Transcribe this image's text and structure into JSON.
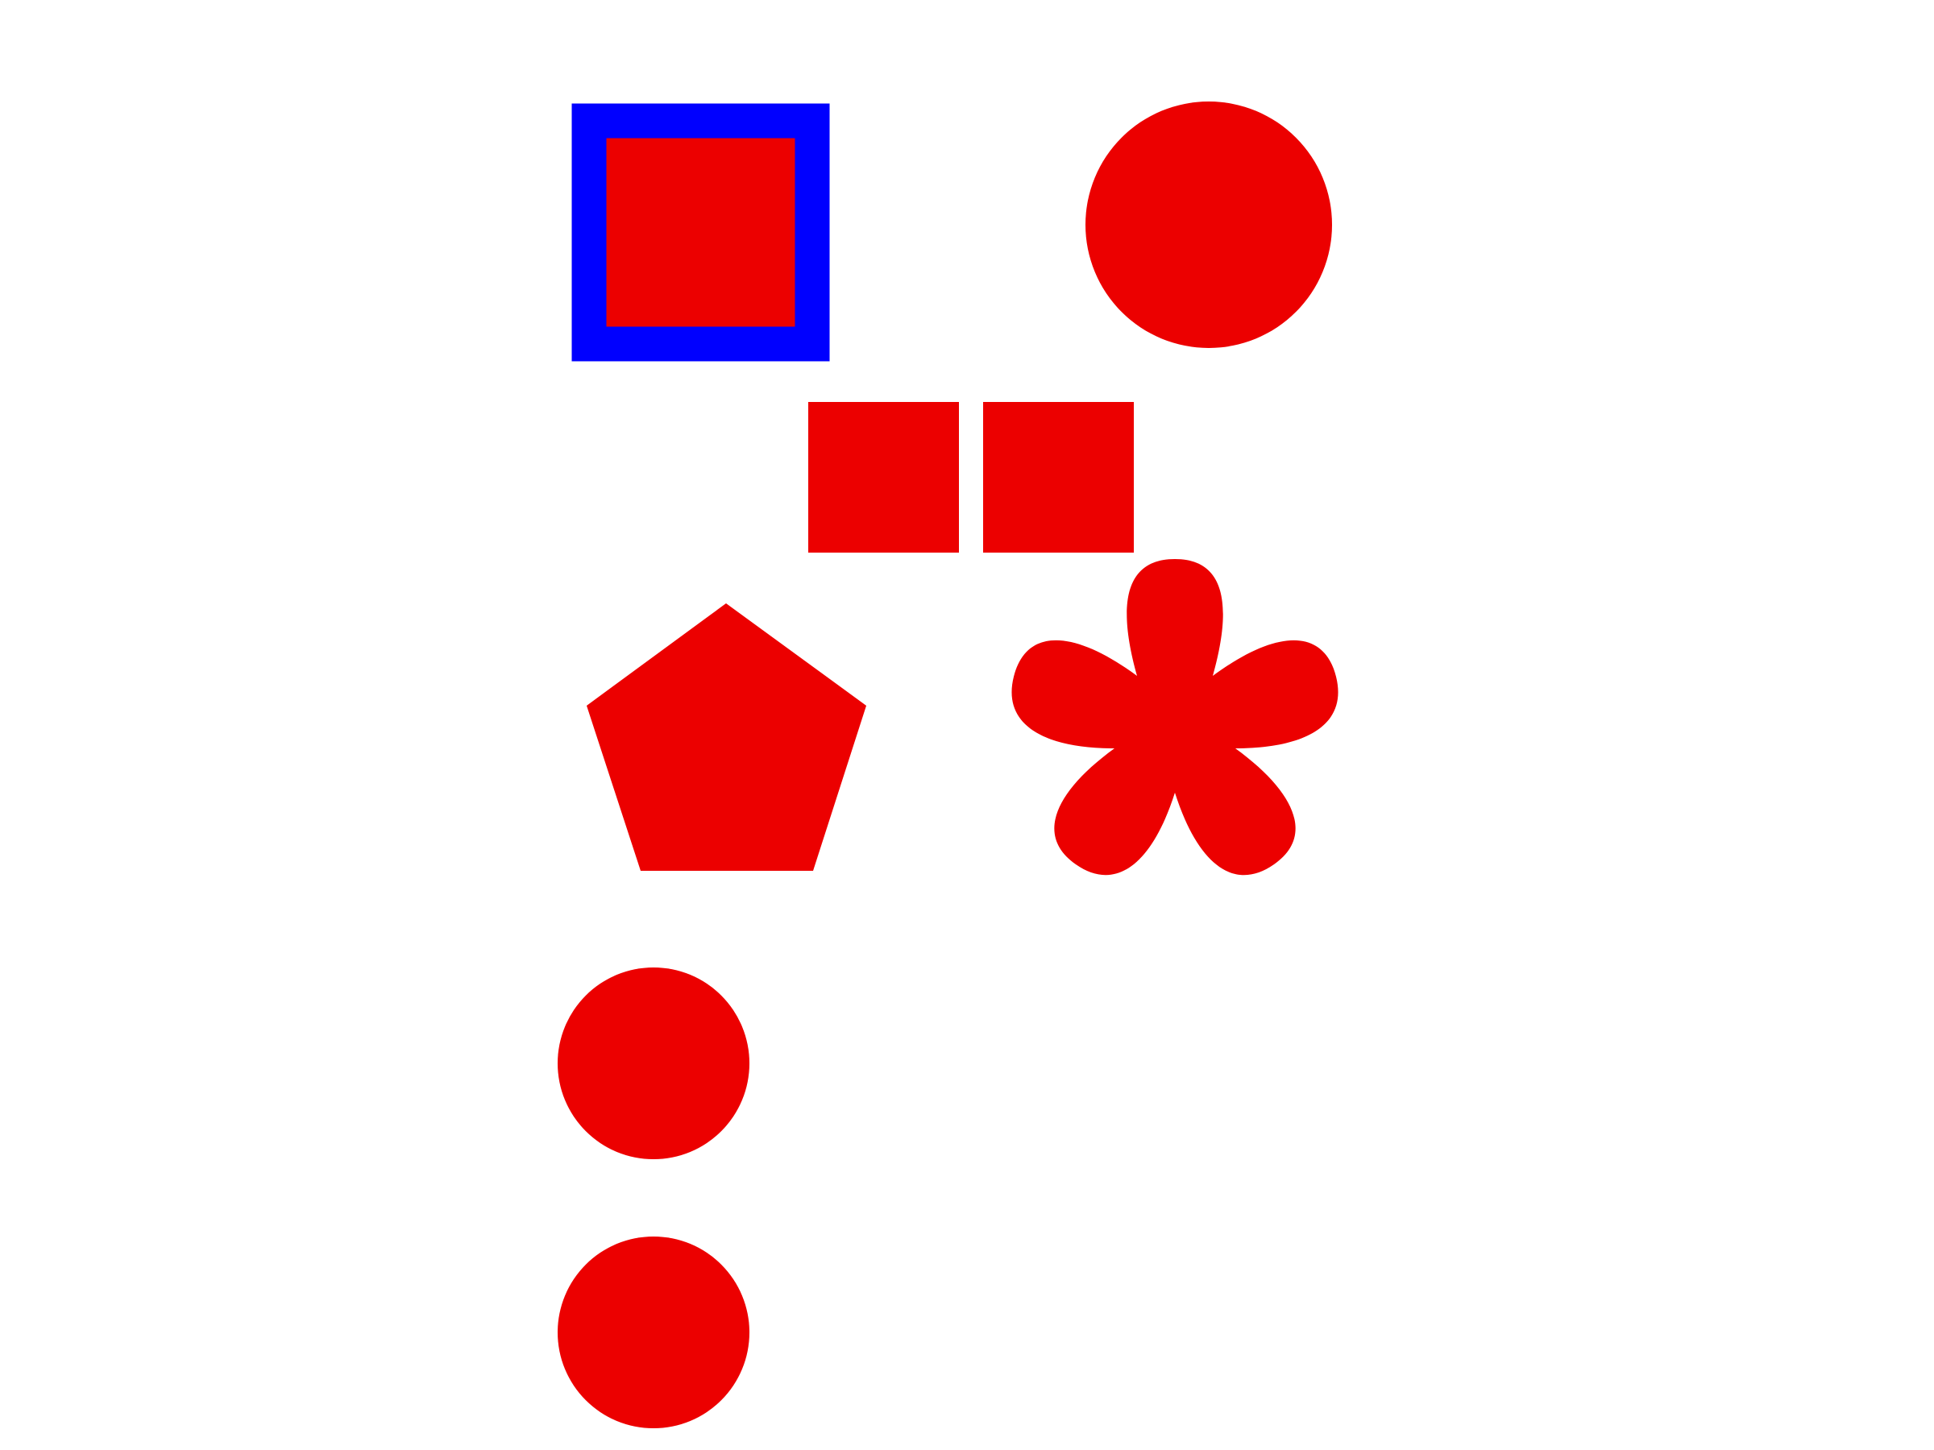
{
  "colors": {
    "background": "#ffffff",
    "fill": "#ec0000",
    "outline": "#0000ff"
  },
  "shapes": [
    {
      "id": "outlined-square",
      "kind": "square",
      "fill": "#ec0000",
      "stroke": "#0000ff"
    },
    {
      "id": "large-circle",
      "kind": "circle",
      "fill": "#ec0000"
    },
    {
      "id": "small-square-left",
      "kind": "square",
      "fill": "#ec0000"
    },
    {
      "id": "small-square-right",
      "kind": "square",
      "fill": "#ec0000"
    },
    {
      "id": "pentagon",
      "kind": "pentagon",
      "fill": "#ec0000"
    },
    {
      "id": "five-petal-flower",
      "kind": "flower",
      "fill": "#ec0000"
    },
    {
      "id": "circle-upper",
      "kind": "circle",
      "fill": "#ec0000"
    },
    {
      "id": "circle-lower",
      "kind": "circle",
      "fill": "#ec0000"
    }
  ]
}
